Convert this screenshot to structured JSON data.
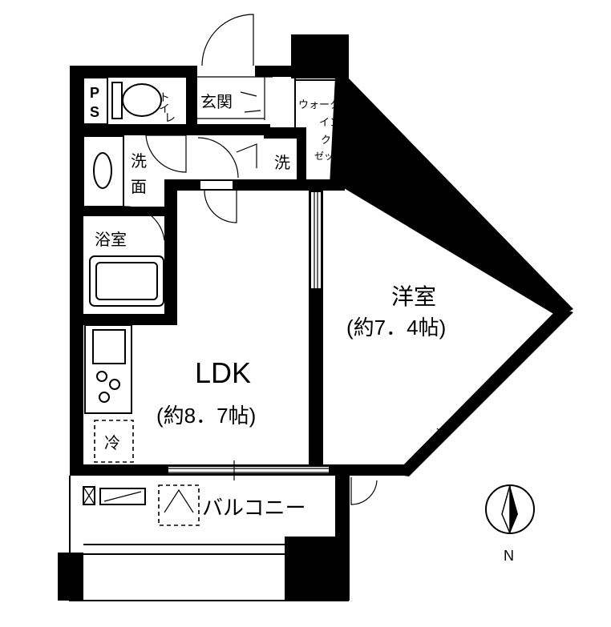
{
  "rooms": {
    "ldk": {
      "name": "LDK",
      "size": "(約8．7帖)"
    },
    "western": {
      "name": "洋室",
      "size": "(約7．4帖)"
    },
    "walk_in_closet": {
      "line1": "ウォーク",
      "line2": "イン",
      "line3": "クロ",
      "line4": "ゼット"
    },
    "entrance": "玄関",
    "toilet": {
      "line1": "トイ",
      "line2": "レ"
    },
    "washroom": {
      "line1": "洗",
      "line2": "面"
    },
    "bathroom": "浴室",
    "laundry": "洗",
    "ps": {
      "line1": "P",
      "line2": "S"
    },
    "fridge": "冷",
    "balcony": "バルコニー"
  },
  "compass": {
    "label": "N"
  }
}
